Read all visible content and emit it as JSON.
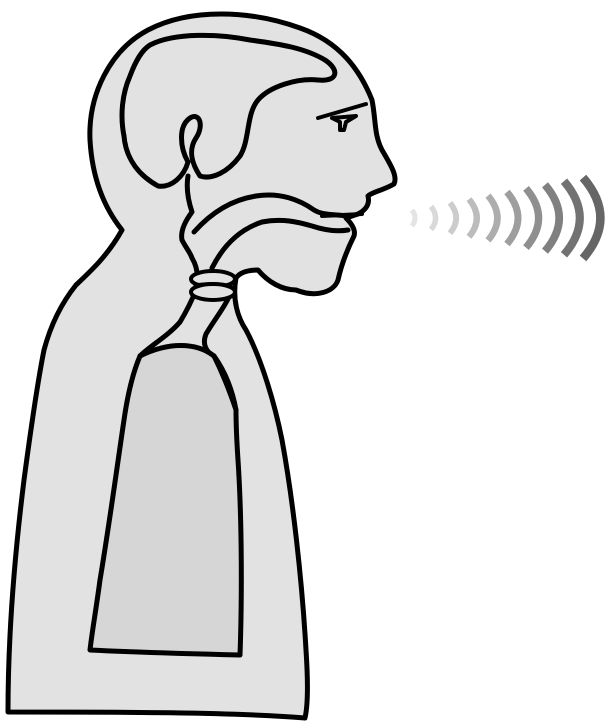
{
  "diagram": {
    "subject": "speech-production-anatomy",
    "parts": [
      "head",
      "brain",
      "nasal-cavity",
      "mouth",
      "larynx",
      "trachea",
      "lungs",
      "sound-waves"
    ],
    "colors": {
      "outline": "#000000",
      "body_fill": "#e2e2e2",
      "lung_fill": "#d6d6d6",
      "background": "#ffffff",
      "wave_colors": [
        "#e4e4e4",
        "#d9d9d9",
        "#cccccc",
        "#bcbcbc",
        "#adadad",
        "#9e9e9e",
        "#8f8f8f",
        "#808080",
        "#727272",
        "#666666"
      ]
    },
    "sound_wave_count": 10
  }
}
